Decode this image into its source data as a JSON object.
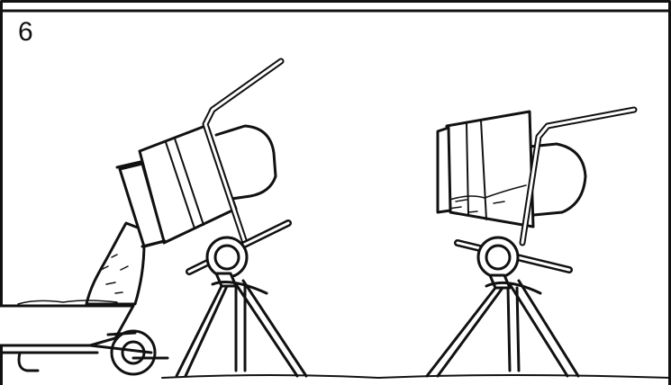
{
  "step": {
    "number": "6"
  },
  "illustration": {
    "left_panel": "mixer-tilted-pouring-into-wheelbarrow",
    "right_panel": "mixer-upright-holding-mix"
  },
  "colors": {
    "line": "#111111",
    "background": "#ffffff"
  }
}
